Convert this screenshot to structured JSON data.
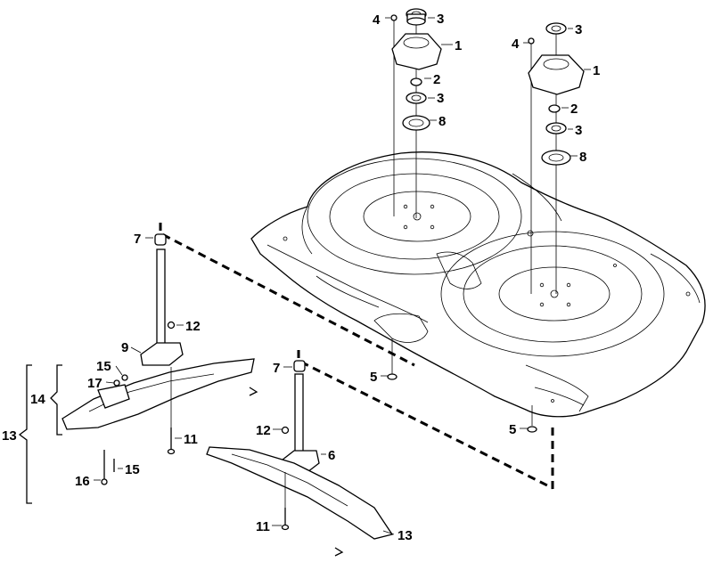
{
  "labels": {
    "l1a": "1",
    "l1b": "1",
    "l2a": "2",
    "l2b": "2",
    "l3a": "3",
    "l3b": "3",
    "l3c": "3",
    "l3d": "3",
    "l4a": "4",
    "l4b": "4",
    "l5a": "5",
    "l5b": "5",
    "l6": "6",
    "l7a": "7",
    "l7b": "7",
    "l8a": "8",
    "l8b": "8",
    "l9": "9",
    "l11a": "11",
    "l11b": "11",
    "l12a": "12",
    "l12b": "12",
    "l13a": "13",
    "l13b": "13",
    "l14": "14",
    "l15a": "15",
    "l15b": "15",
    "l16": "16",
    "l17": "17"
  }
}
